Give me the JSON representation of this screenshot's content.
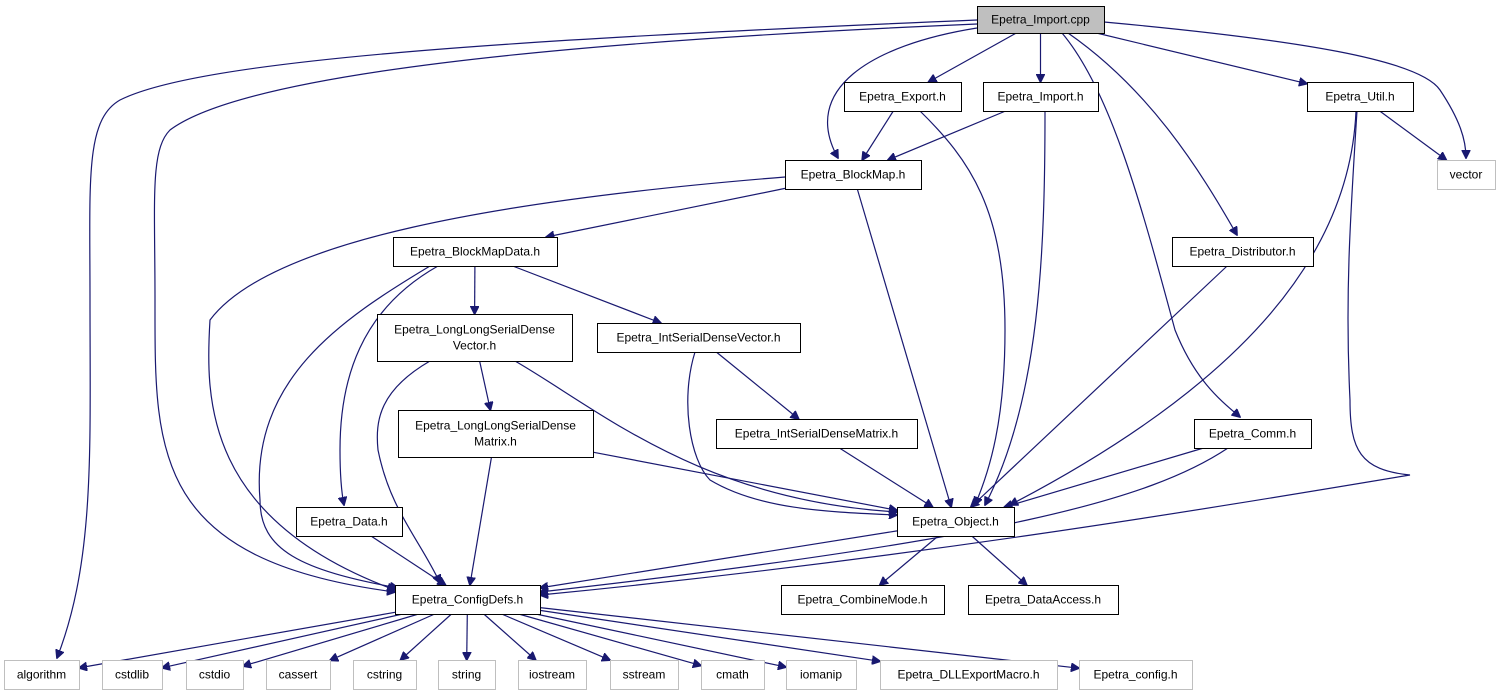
{
  "diagram": {
    "colors": {
      "edge": "#191970",
      "node_border": "#000000",
      "external_border": "#bfbfbf",
      "root_fill": "#bfbfbf",
      "node_fill": "#ffffff"
    },
    "nodes": [
      {
        "id": "import_cpp",
        "lines": [
          "Epetra_Import.cpp"
        ],
        "kind": "root"
      },
      {
        "id": "export_h",
        "lines": [
          "Epetra_Export.h"
        ],
        "kind": "header"
      },
      {
        "id": "import_h",
        "lines": [
          "Epetra_Import.h"
        ],
        "kind": "header"
      },
      {
        "id": "util_h",
        "lines": [
          "Epetra_Util.h"
        ],
        "kind": "header"
      },
      {
        "id": "vector",
        "lines": [
          "vector"
        ],
        "kind": "external"
      },
      {
        "id": "blockmap_h",
        "lines": [
          "Epetra_BlockMap.h"
        ],
        "kind": "header"
      },
      {
        "id": "blockmapdata_h",
        "lines": [
          "Epetra_BlockMapData.h"
        ],
        "kind": "header"
      },
      {
        "id": "distributor_h",
        "lines": [
          "Epetra_Distributor.h"
        ],
        "kind": "header"
      },
      {
        "id": "llsdv_h",
        "lines": [
          "Epetra_LongLongSerialDense",
          "Vector.h"
        ],
        "kind": "header"
      },
      {
        "id": "isdv_h",
        "lines": [
          "Epetra_IntSerialDenseVector.h"
        ],
        "kind": "header"
      },
      {
        "id": "llsdm_h",
        "lines": [
          "Epetra_LongLongSerialDense",
          "Matrix.h"
        ],
        "kind": "header"
      },
      {
        "id": "isdm_h",
        "lines": [
          "Epetra_IntSerialDenseMatrix.h"
        ],
        "kind": "header"
      },
      {
        "id": "comm_h",
        "lines": [
          "Epetra_Comm.h"
        ],
        "kind": "header"
      },
      {
        "id": "data_h",
        "lines": [
          "Epetra_Data.h"
        ],
        "kind": "header"
      },
      {
        "id": "object_h",
        "lines": [
          "Epetra_Object.h"
        ],
        "kind": "header"
      },
      {
        "id": "configdefs_h",
        "lines": [
          "Epetra_ConfigDefs.h"
        ],
        "kind": "header"
      },
      {
        "id": "combinemode_h",
        "lines": [
          "Epetra_CombineMode.h"
        ],
        "kind": "header"
      },
      {
        "id": "dataaccess_h",
        "lines": [
          "Epetra_DataAccess.h"
        ],
        "kind": "header"
      },
      {
        "id": "algorithm",
        "lines": [
          "algorithm"
        ],
        "kind": "external"
      },
      {
        "id": "cstdlib",
        "lines": [
          "cstdlib"
        ],
        "kind": "external"
      },
      {
        "id": "cstdio",
        "lines": [
          "cstdio"
        ],
        "kind": "external"
      },
      {
        "id": "cassert",
        "lines": [
          "cassert"
        ],
        "kind": "external"
      },
      {
        "id": "cstring",
        "lines": [
          "cstring"
        ],
        "kind": "external"
      },
      {
        "id": "string",
        "lines": [
          "string"
        ],
        "kind": "external"
      },
      {
        "id": "iostream",
        "lines": [
          "iostream"
        ],
        "kind": "external"
      },
      {
        "id": "sstream",
        "lines": [
          "sstream"
        ],
        "kind": "external"
      },
      {
        "id": "cmath",
        "lines": [
          "cmath"
        ],
        "kind": "external"
      },
      {
        "id": "iomanip",
        "lines": [
          "iomanip"
        ],
        "kind": "external"
      },
      {
        "id": "dllexport_h",
        "lines": [
          "Epetra_DLLExportMacro.h"
        ],
        "kind": "external"
      },
      {
        "id": "config_h",
        "lines": [
          "Epetra_config.h"
        ],
        "kind": "external"
      }
    ],
    "edges": [
      {
        "from": "import_cpp",
        "to": "export_h"
      },
      {
        "from": "import_cpp",
        "to": "import_h"
      },
      {
        "from": "import_cpp",
        "to": "util_h"
      },
      {
        "from": "import_cpp",
        "to": "vector"
      },
      {
        "from": "import_cpp",
        "to": "blockmap_h"
      },
      {
        "from": "import_cpp",
        "to": "distributor_h"
      },
      {
        "from": "import_cpp",
        "to": "comm_h"
      },
      {
        "from": "import_cpp",
        "to": "configdefs_h"
      },
      {
        "from": "import_cpp",
        "to": "algorithm"
      },
      {
        "from": "export_h",
        "to": "blockmap_h"
      },
      {
        "from": "export_h",
        "to": "object_h"
      },
      {
        "from": "import_h",
        "to": "blockmap_h"
      },
      {
        "from": "import_h",
        "to": "object_h"
      },
      {
        "from": "util_h",
        "to": "vector"
      },
      {
        "from": "util_h",
        "to": "object_h"
      },
      {
        "from": "util_h",
        "to": "configdefs_h"
      },
      {
        "from": "blockmap_h",
        "to": "blockmapdata_h"
      },
      {
        "from": "blockmap_h",
        "to": "object_h"
      },
      {
        "from": "blockmap_h",
        "to": "configdefs_h"
      },
      {
        "from": "blockmapdata_h",
        "to": "llsdv_h"
      },
      {
        "from": "blockmapdata_h",
        "to": "isdv_h"
      },
      {
        "from": "blockmapdata_h",
        "to": "data_h"
      },
      {
        "from": "blockmapdata_h",
        "to": "configdefs_h"
      },
      {
        "from": "distributor_h",
        "to": "object_h"
      },
      {
        "from": "llsdv_h",
        "to": "llsdm_h"
      },
      {
        "from": "llsdv_h",
        "to": "object_h"
      },
      {
        "from": "llsdv_h",
        "to": "configdefs_h"
      },
      {
        "from": "isdv_h",
        "to": "isdm_h"
      },
      {
        "from": "isdv_h",
        "to": "object_h"
      },
      {
        "from": "llsdm_h",
        "to": "object_h"
      },
      {
        "from": "llsdm_h",
        "to": "configdefs_h"
      },
      {
        "from": "isdm_h",
        "to": "object_h"
      },
      {
        "from": "comm_h",
        "to": "object_h"
      },
      {
        "from": "comm_h",
        "to": "configdefs_h"
      },
      {
        "from": "data_h",
        "to": "configdefs_h"
      },
      {
        "from": "object_h",
        "to": "configdefs_h"
      },
      {
        "from": "object_h",
        "to": "combinemode_h"
      },
      {
        "from": "object_h",
        "to": "dataaccess_h"
      },
      {
        "from": "configdefs_h",
        "to": "algorithm"
      },
      {
        "from": "configdefs_h",
        "to": "cstdlib"
      },
      {
        "from": "configdefs_h",
        "to": "cstdio"
      },
      {
        "from": "configdefs_h",
        "to": "cassert"
      },
      {
        "from": "configdefs_h",
        "to": "cstring"
      },
      {
        "from": "configdefs_h",
        "to": "string"
      },
      {
        "from": "configdefs_h",
        "to": "iostream"
      },
      {
        "from": "configdefs_h",
        "to": "sstream"
      },
      {
        "from": "configdefs_h",
        "to": "cmath"
      },
      {
        "from": "configdefs_h",
        "to": "iomanip"
      },
      {
        "from": "configdefs_h",
        "to": "dllexport_h"
      },
      {
        "from": "configdefs_h",
        "to": "config_h"
      }
    ]
  }
}
